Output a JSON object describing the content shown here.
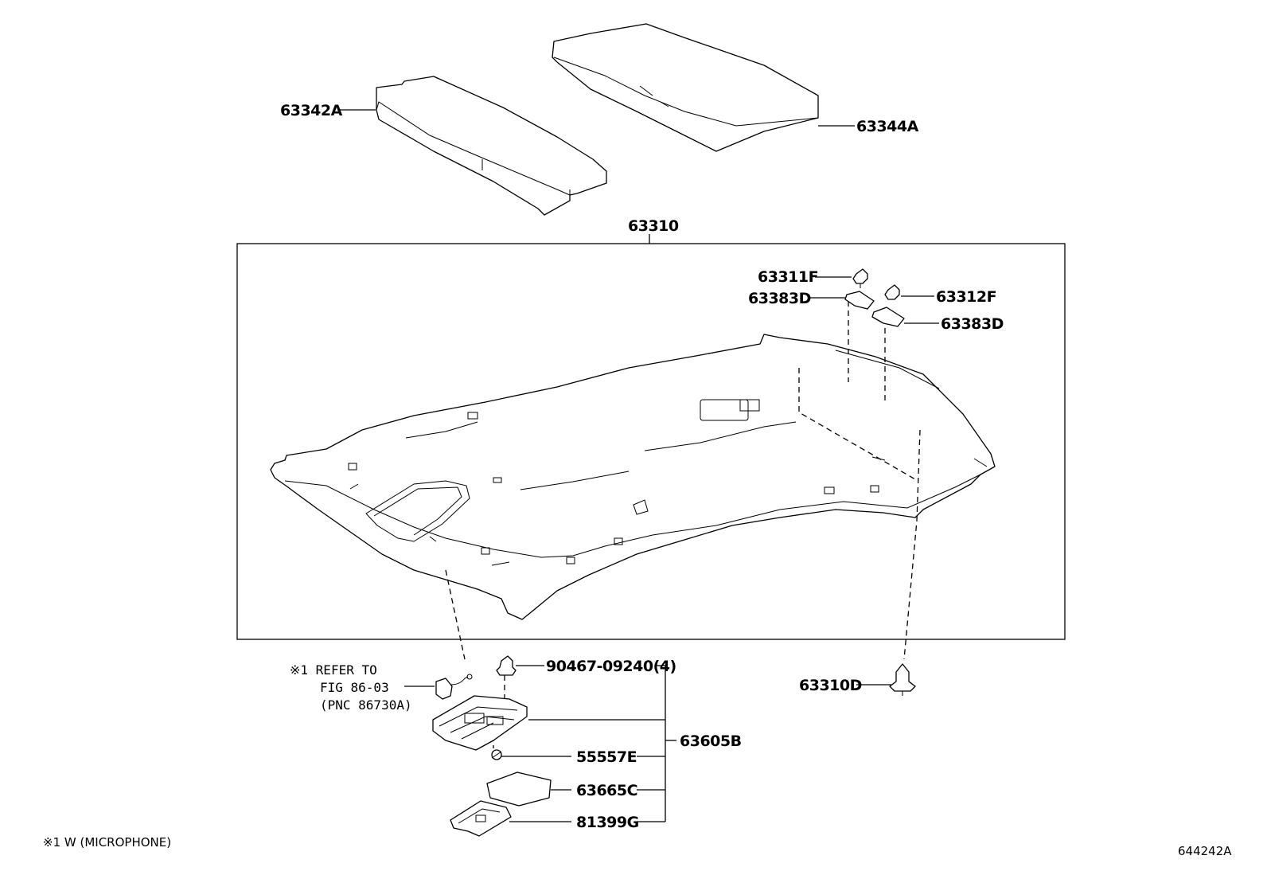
{
  "parts": {
    "p63342A": "63342A",
    "p63344A": "63344A",
    "p63310": "63310",
    "p63311F": "63311F",
    "p63383D_a": "63383D",
    "p63312F": "63312F",
    "p63383D_b": "63383D",
    "p63310D": "63310D",
    "p90467": "90467-09240(4)",
    "p63605B": "63605B",
    "p55557E": "55557E",
    "p63665C": "63665C",
    "p81399G": "81399G"
  },
  "reference": {
    "line1": "※1 REFER TO",
    "line2": "FIG 86-03",
    "line3": "(PNC 86730A)"
  },
  "footnote": "※1 W (MICROPHONE)",
  "figure_id": "644242A"
}
